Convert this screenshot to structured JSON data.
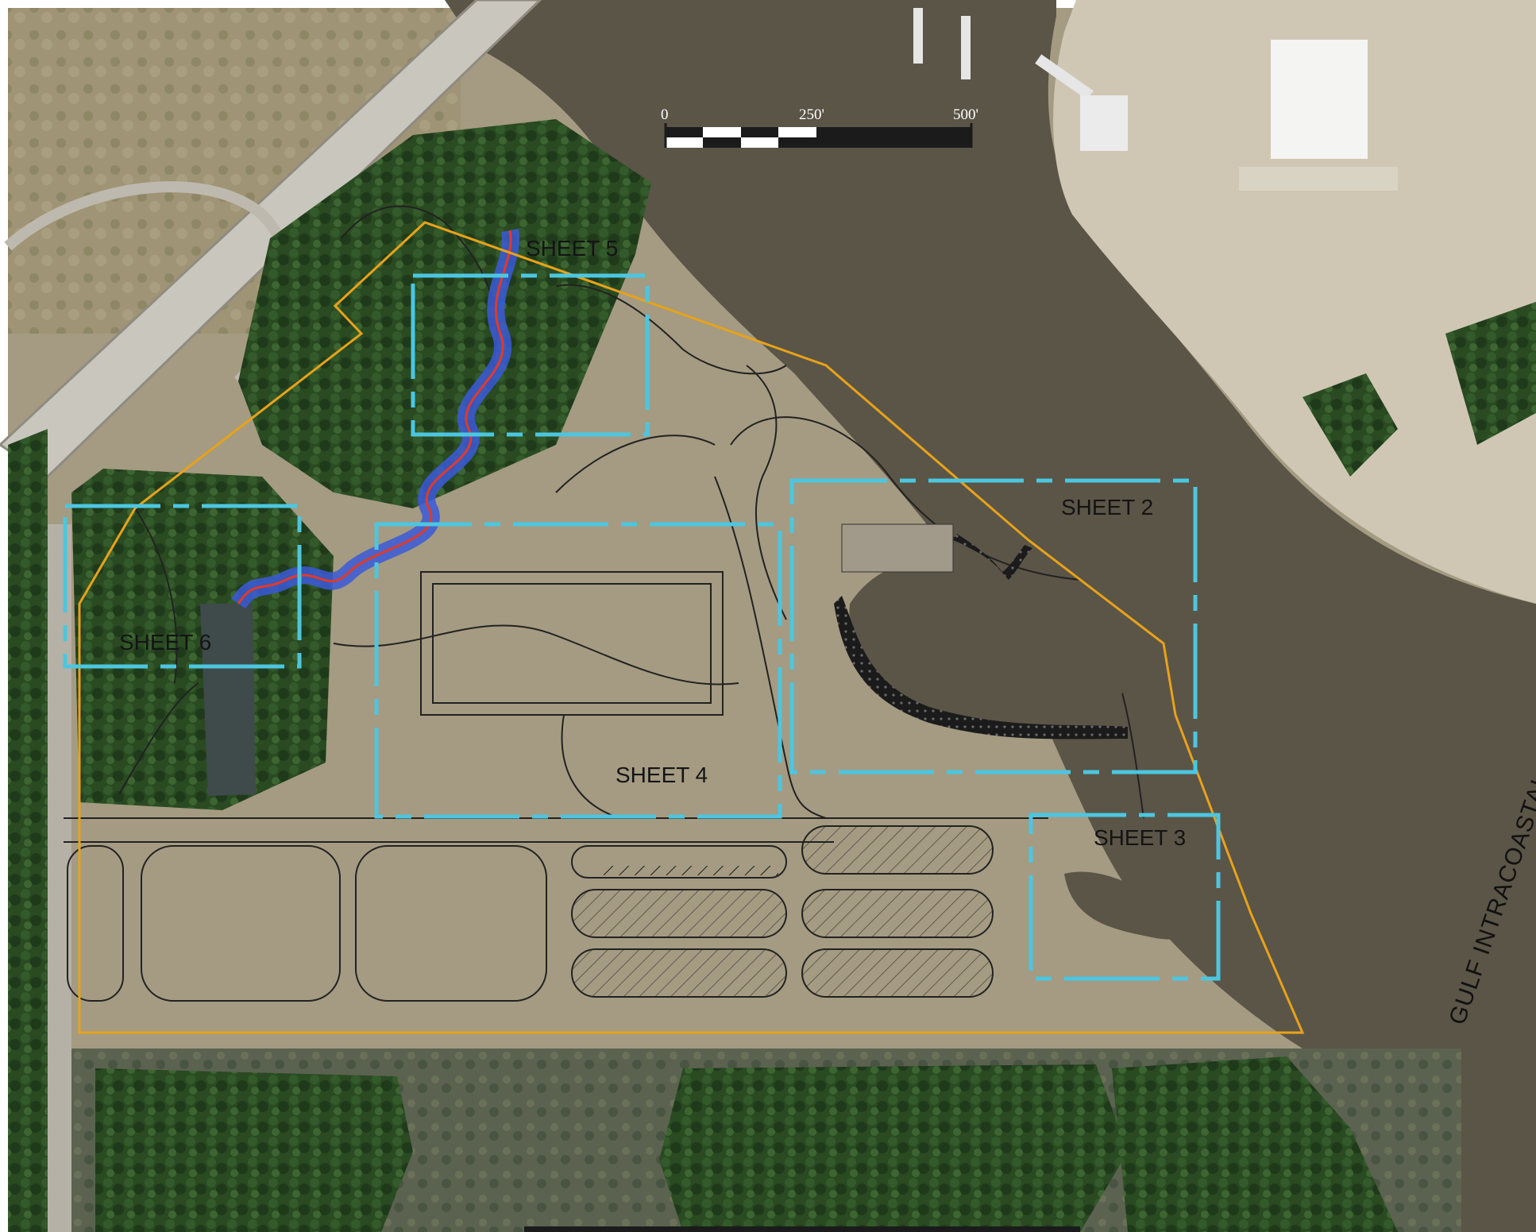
{
  "map": {
    "sheets": [
      {
        "id": "sheet-2",
        "label": "SHEET 2"
      },
      {
        "id": "sheet-3",
        "label": "SHEET 3"
      },
      {
        "id": "sheet-4",
        "label": "SHEET 4"
      },
      {
        "id": "sheet-5",
        "label": "SHEET 5"
      },
      {
        "id": "sheet-6",
        "label": "SHEET 6"
      }
    ],
    "waterway_label": "GULF INTRACOASTAL WATERWAY (GIWW)",
    "scale_bar": {
      "ticks": [
        "0",
        "250'",
        "500'"
      ]
    },
    "colors": {
      "sheet_outline": "#4cc6e0",
      "property_boundary": "#e8a21a",
      "stream_centerline": "#e03a2a",
      "stream_banks": "#3b5bd8",
      "water": "#5a5547",
      "vegetation": "#23401c",
      "sand": "#b9ad8f"
    }
  }
}
